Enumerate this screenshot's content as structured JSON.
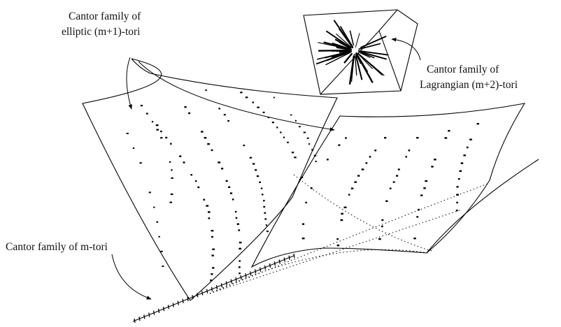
{
  "labels": {
    "elliptic_line1": "Cantor family of",
    "elliptic_line2": "elliptic (m+1)-tori",
    "lagrangian_line1": "Cantor family of",
    "lagrangian_line2": "Lagrangian  (m+2)-tori",
    "mtori": "Cantor family of m-tori"
  },
  "colors": {
    "ink": "#000000",
    "background": "#ffffff"
  }
}
